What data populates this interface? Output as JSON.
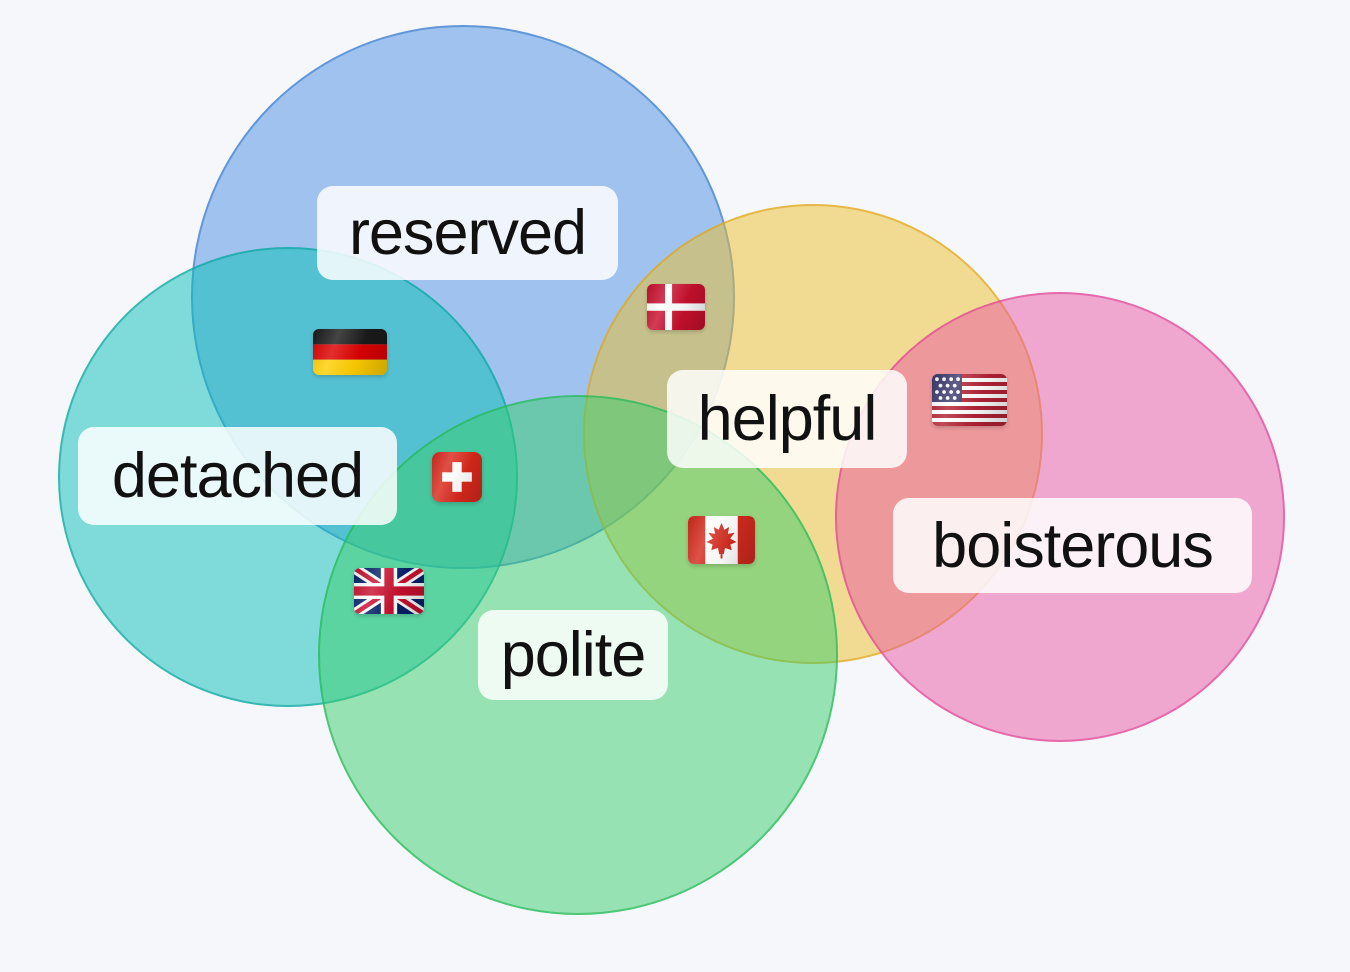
{
  "venn": {
    "background": "#f5f7fa",
    "description": "Five overlapping translucent circles tagging national stereotypes with country flags",
    "circles": [
      {
        "label": "reserved",
        "color": "#4a90e2",
        "border": "#2f73c8"
      },
      {
        "label": "detached",
        "color": "#0abfb8",
        "border": "#05a099"
      },
      {
        "label": "helpful",
        "color": "#eec029",
        "border": "#dda016"
      },
      {
        "label": "polite",
        "color": "#38ce69",
        "border": "#23b958"
      },
      {
        "label": "boisterous",
        "color": "#ea58a5",
        "border": "#df388e"
      }
    ],
    "label_pill_color": "rgba(255,255,255,0.84)",
    "flags": [
      {
        "country": "Denmark",
        "emoji": "🇩🇰",
        "in_regions": [
          "reserved",
          "helpful"
        ]
      },
      {
        "country": "Germany",
        "emoji": "🇩🇪",
        "in_regions": [
          "reserved",
          "detached"
        ]
      },
      {
        "country": "United States",
        "emoji": "🇺🇸",
        "in_regions": [
          "helpful",
          "boisterous"
        ]
      },
      {
        "country": "Switzerland",
        "emoji": "🇨🇭",
        "in_regions": [
          "reserved",
          "detached",
          "polite"
        ]
      },
      {
        "country": "United Kingdom",
        "emoji": "🇬🇧",
        "in_regions": [
          "detached",
          "polite"
        ]
      },
      {
        "country": "Canada",
        "emoji": "🇨🇦",
        "in_regions": [
          "helpful",
          "polite"
        ]
      }
    ]
  }
}
